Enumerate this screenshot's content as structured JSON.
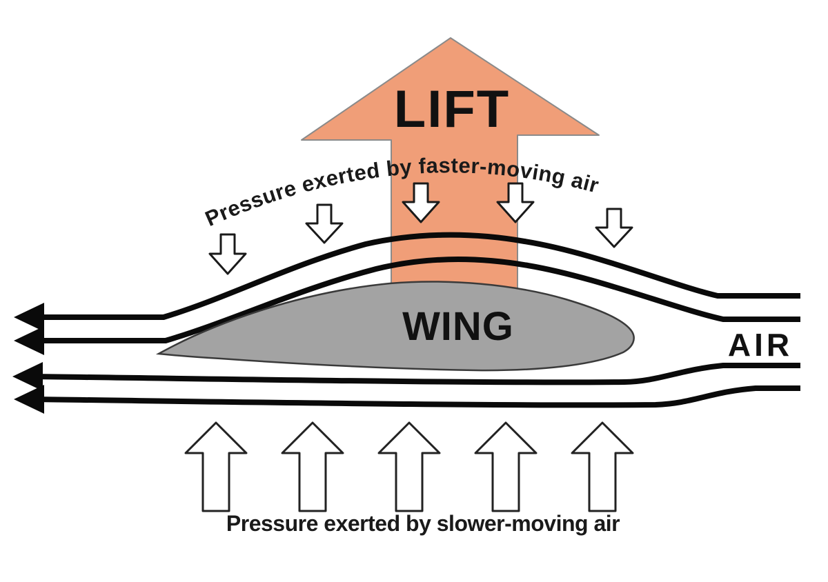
{
  "labels": {
    "lift": "LIFT",
    "wing": "WING",
    "air": "AIR",
    "top_pressure": "Pressure exerted by faster-moving air",
    "bottom_pressure": "Pressure exerted by slower-moving air"
  },
  "colors": {
    "lift_arrow": "#F09E78",
    "wing_fill": "#A3A3A3",
    "streamline": "#0a0a0a",
    "pressure_arrow_fill": "#ffffff",
    "text": "#111111"
  },
  "figure": {
    "type": "airfoil-lift-diagram",
    "streamlines": 4,
    "flow_direction": "right-to-left",
    "downward_pressure_arrows": 5,
    "upward_pressure_arrows": 5
  }
}
